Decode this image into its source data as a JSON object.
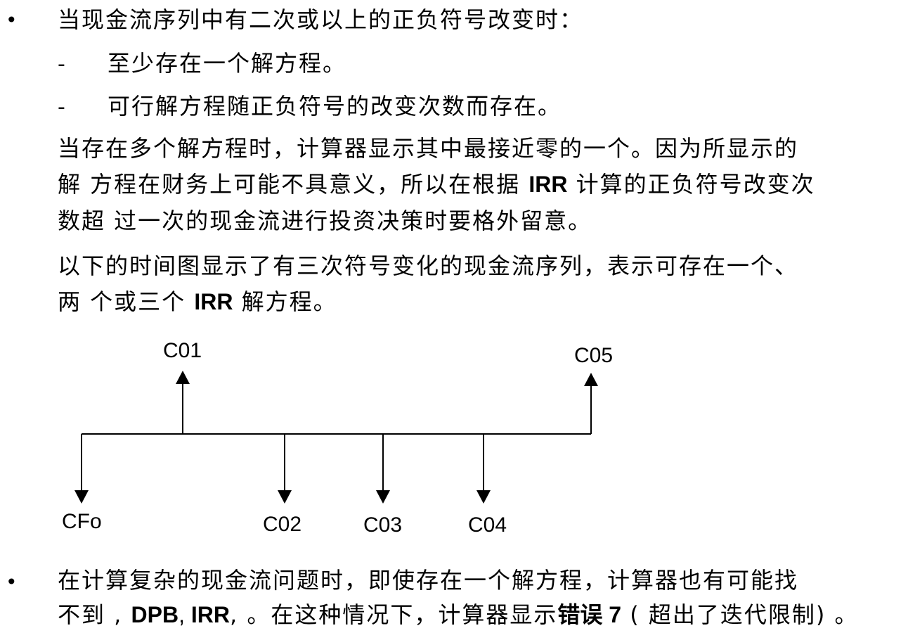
{
  "top": {
    "bullet": "•",
    "line1": "当现金流序列中有二次或以上的正负符号改变时：",
    "dash1": "-",
    "sub1": "至少存在一个解方程。",
    "dash2": "-",
    "sub2": "可行解方程随正负符号的改变次数而存在。"
  },
  "para1": {
    "line1": "当存在多个解方程时，计算器显示其中最接近零的一个。因为所显示的",
    "line2_a": "解 方程在财务上可能不具意义，所以在根据 ",
    "line2_bold": "IRR",
    "line2_b": " 计算的正负符号改变次",
    "line3": "数超 过一次的现金流进行投资决策时要格外留意。"
  },
  "para2": {
    "line1": "以下的时间图显示了有三次符号变化的现金流序列，表示可存在一个、",
    "line2_a": "两 个或三个 ",
    "line2_bold": "IRR",
    "line2_b": " 解方程。"
  },
  "timeline": {
    "labels": {
      "cf0": "CFo",
      "c01": "C01",
      "c02": "C02",
      "c03": "C03",
      "c04": "C04",
      "c05": "C05"
    }
  },
  "bottom": {
    "bullet": "•",
    "line1": "在计算复杂的现金流问题时，即使存在一个解方程，计算器也有可能找",
    "line2_a": "不到 , ",
    "line2_bold1": "DPB",
    "line2_sep": ", ",
    "line2_bold2": "IRR",
    "line2_b": ", 。在这种情况下，计算器显示",
    "line2_bold3": "错误 7",
    "line2_c": " ( 超出了迭代限制) 。"
  }
}
